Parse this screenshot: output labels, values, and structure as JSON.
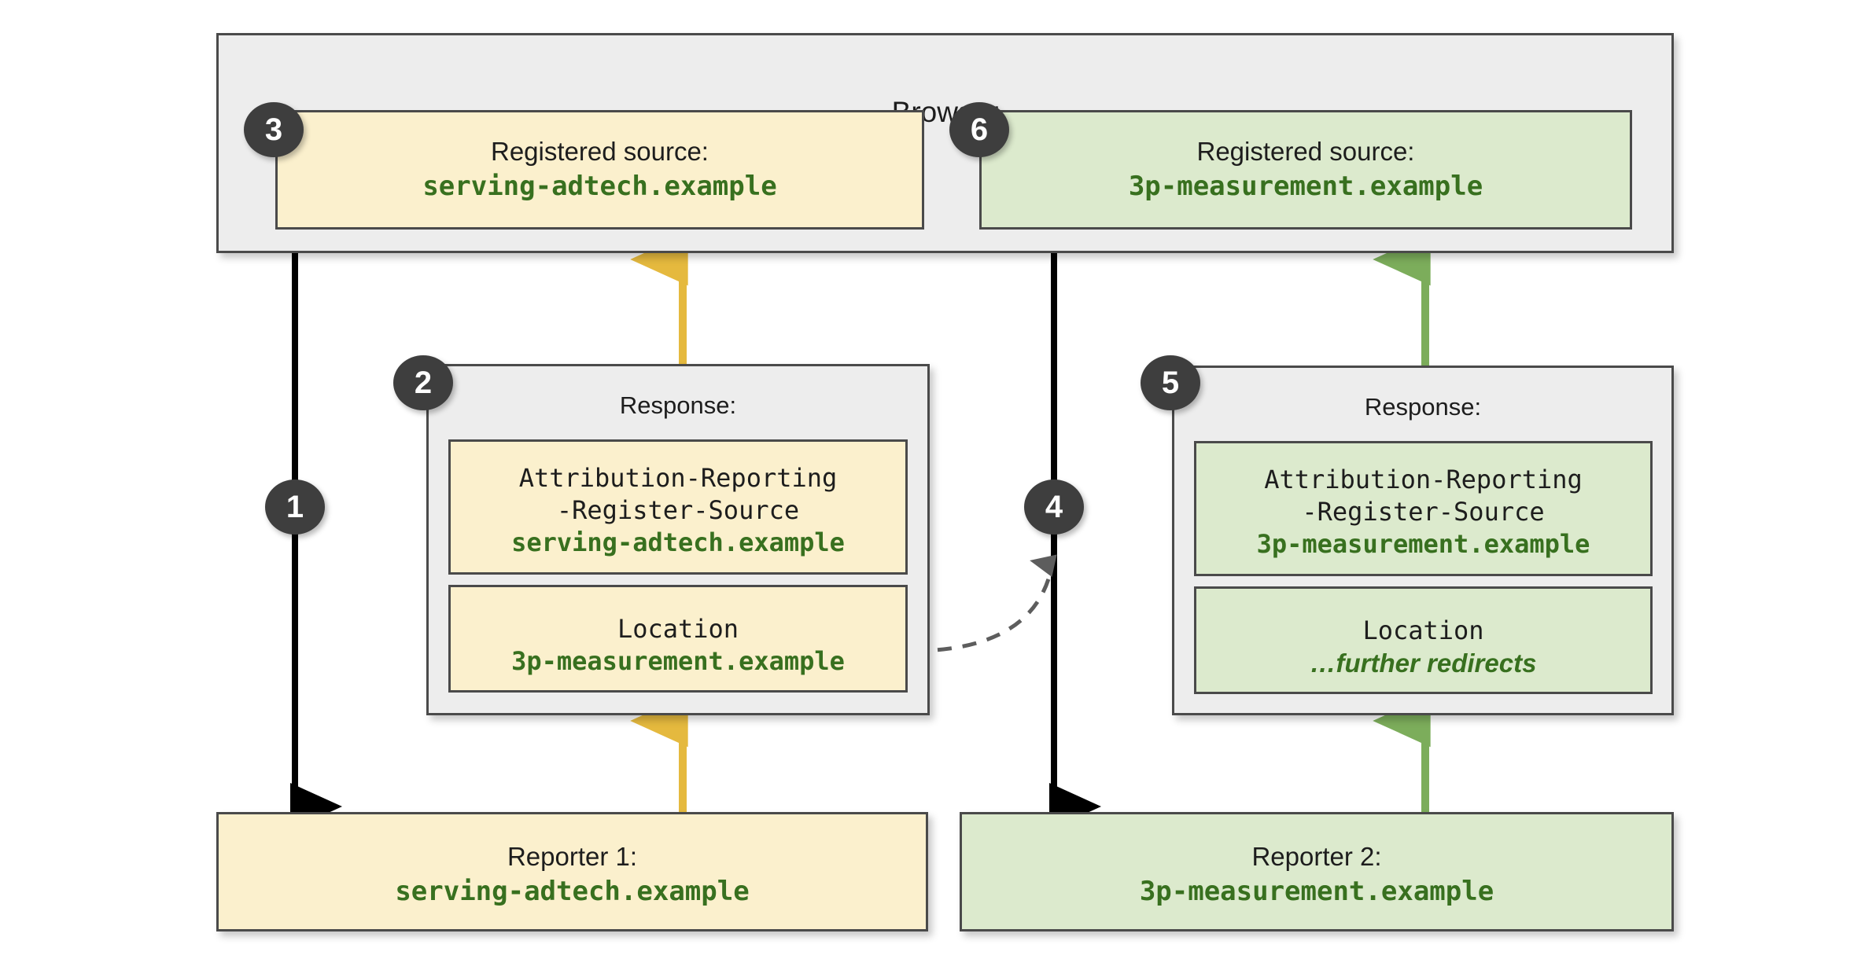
{
  "diagram": {
    "browser": {
      "title": "Browser"
    },
    "registered_sources": [
      {
        "badge": "3",
        "label": "Registered source:",
        "value": "serving-adtech.example",
        "color": "#fbf0cd"
      },
      {
        "badge": "6",
        "label": "Registered source:",
        "value": "3p-measurement.example",
        "color": "#dceacd"
      }
    ],
    "responses": [
      {
        "badge": "2",
        "title": "Response:",
        "color": "#fbf0cd",
        "headers": [
          {
            "name_line1": "Attribution-Reporting",
            "name_line2": "-Register-Source",
            "value": "serving-adtech.example",
            "value_style": "mono"
          },
          {
            "name_line1": "Location",
            "name_line2": "",
            "value": "3p-measurement.example",
            "value_style": "mono"
          }
        ]
      },
      {
        "badge": "5",
        "title": "Response:",
        "color": "#dceacd",
        "headers": [
          {
            "name_line1": "Attribution-Reporting",
            "name_line2": "-Register-Source",
            "value": "3p-measurement.example",
            "value_style": "mono"
          },
          {
            "name_line1": "Location",
            "name_line2": "",
            "value": "…further redirects",
            "value_style": "italic"
          }
        ]
      }
    ],
    "reporters": [
      {
        "label": "Reporter 1:",
        "value": "serving-adtech.example",
        "color": "#fbf0cd"
      },
      {
        "label": "Reporter 2:",
        "value": "3p-measurement.example",
        "color": "#dceacd"
      }
    ],
    "step_badges": [
      {
        "id": "1",
        "note": "request from browser to Reporter 1"
      },
      {
        "id": "4",
        "note": "redirected request from browser to Reporter 2"
      }
    ],
    "colors": {
      "yellow_fill": "#fbf0cd",
      "green_fill": "#dceacd",
      "yellow_arrow": "#e5b93e",
      "green_arrow": "#7cad5b",
      "black_arrow": "#000000",
      "badge_fill": "#3e3e3e",
      "border": "#4a4a4a",
      "panel_fill": "#ededed",
      "mono_green_text": "#38701f"
    }
  }
}
